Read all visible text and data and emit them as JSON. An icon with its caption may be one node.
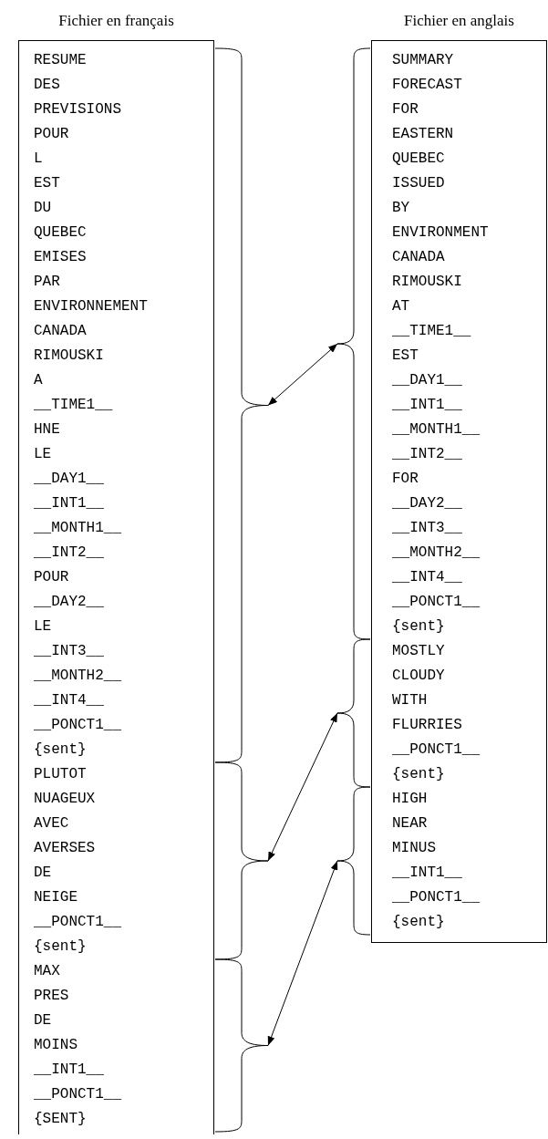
{
  "diagram": {
    "nodes": [
      {
        "text": [
          "Fichier en français",
          "RESUME DES PREVISIONS POUR L EST DU QUEBEC EMISES PAR ENVIRONNEMENT CANADA RIMOUSKI A __TIME1__ HNE LE __DAY1__ __INT1__ __MONTH1__ __INT2__ POUR __DAY2__ LE __INT3__ __MONTH2__ __INT4__ __PONCT1__ {sent}",
          "PLUTOT NUAGEUX AVEC AVERSES DE NEIGE __PONCT1__ {sent}",
          "MAX PRES DE MOINS __INT1__ __PONCT1__ {SENT}"
        ]
      },
      {
        "text": [],
        "shape": "brace"
      },
      {
        "text": [],
        "shape": "brace"
      },
      {
        "text": [],
        "shape": "brace"
      },
      {
        "text": [
          "Fichier en anglais",
          "SUMMARY FORECAST FOR EASTERN QUEBEC ISSUED BY ENVIRONMENT CANADA RIMOUSKI AT __TIME1__ EST __DAY1__ __INT1__ __MONTH1__ __INT2__ FOR __DAY2__ __INT3__ __MONTH2__ __INT4__ __PONCT1__ {sent}",
          "MOSTLY CLOUDY WITH FLURRIES __PONCT1__ {sent}",
          "HIGH NEAR MINUS __INT1__ __PONCT1__ {sent}"
        ]
      },
      {
        "text": [],
        "shape": "brace"
      },
      {
        "text": [],
        "shape": "brace"
      },
      {
        "text": [],
        "shape": "brace"
      }
    ],
    "edges": [
      {
        "from": 1,
        "to": 5,
        "arrow": "both"
      },
      {
        "from": 2,
        "to": 6,
        "arrow": "both"
      },
      {
        "from": 3,
        "to": 7,
        "arrow": "both"
      }
    ]
  }
}
